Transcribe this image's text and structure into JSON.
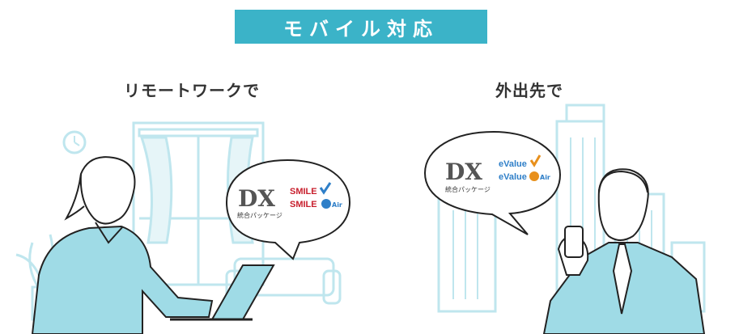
{
  "banner": {
    "title": "モバイル対応"
  },
  "scenes": {
    "remote": {
      "caption": "リモートワークで",
      "bubble": {
        "dx_logo_text": "DX",
        "package_label": "統合パッケージ",
        "product_1": "SMILE",
        "product_2": "SMILE",
        "product_2_suffix": "Air"
      }
    },
    "outside": {
      "caption": "外出先で",
      "bubble": {
        "dx_logo_text": "DX",
        "package_label": "統合パッケージ",
        "product_1": "eValue",
        "product_2": "eValue",
        "product_2_suffix": "Air"
      }
    }
  },
  "colors": {
    "accent": "#3bb3c8",
    "light_blue": "#bfe6ee",
    "shirt": "#9fdbe6",
    "line": "#222222",
    "brand_red": "#c8202e",
    "brand_blue": "#2f7fc8"
  }
}
